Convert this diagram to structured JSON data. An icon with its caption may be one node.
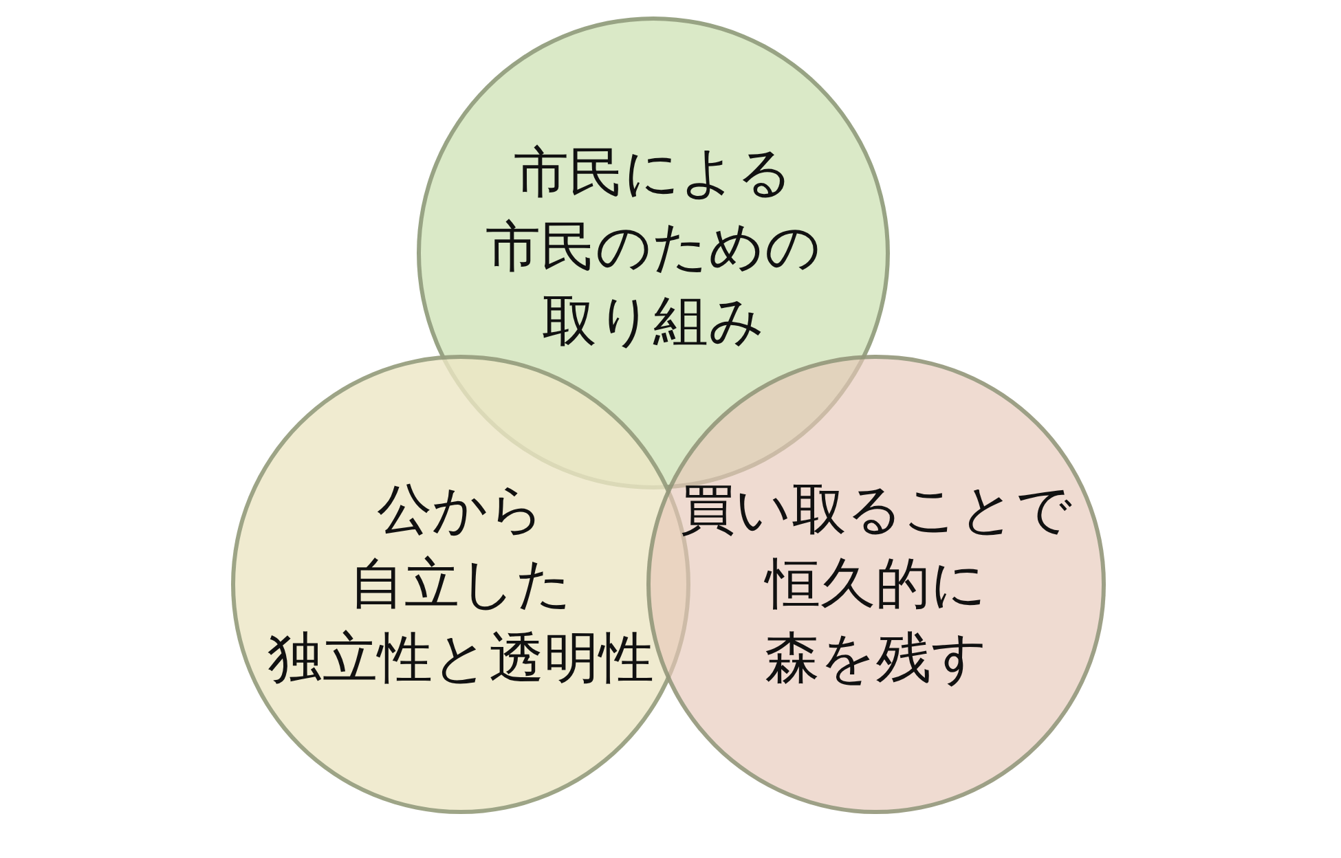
{
  "diagram": {
    "nodes": [
      {
        "text": [
          "市民による市民のための取り組み"
        ]
      },
      {
        "text": [
          "公から自立した独立性と透明性"
        ]
      },
      {
        "text": [
          "買い取ることで恒久的に森を残す"
        ]
      }
    ]
  }
}
